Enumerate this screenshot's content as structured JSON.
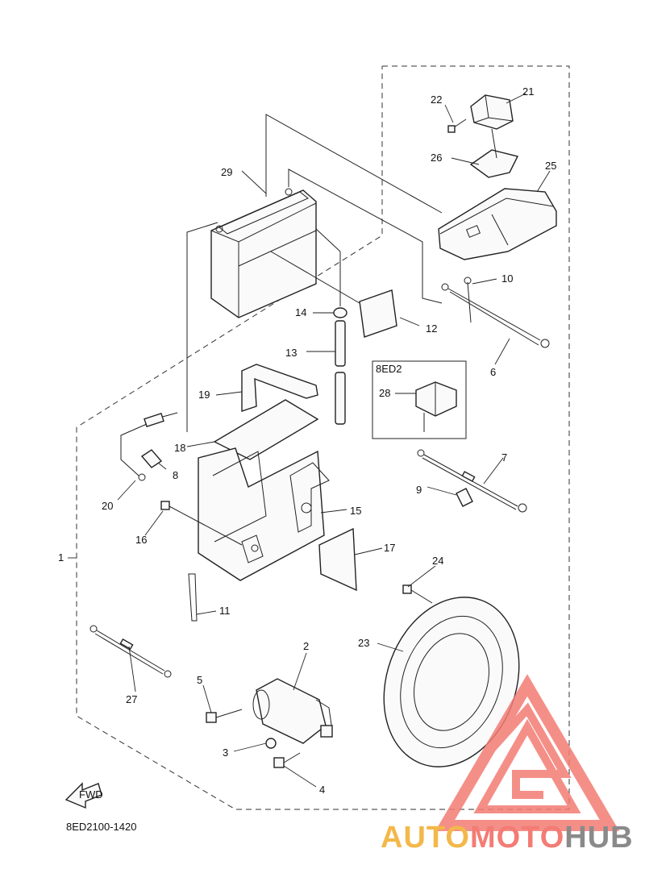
{
  "diagram": {
    "part_labels": {
      "p1": "1",
      "p2": "2",
      "p3": "3",
      "p4": "4",
      "p5": "5",
      "p6": "6",
      "p7": "7",
      "p8": "8",
      "p9": "9",
      "p10": "10",
      "p11": "11",
      "p12": "12",
      "p13": "13",
      "p14": "14",
      "p15": "15",
      "p16": "16",
      "p17": "17",
      "p18": "18",
      "p19": "19",
      "p20": "20",
      "p21": "21",
      "p22": "22",
      "p23": "23",
      "p24": "24",
      "p25": "25",
      "p26": "26",
      "p27": "27",
      "p28": "28",
      "p29": "29"
    },
    "variant_box_label": "8ED2",
    "direction_label": "FWD",
    "figure_code": "8ED2100-1420"
  },
  "watermark": {
    "part_a": "AUTO",
    "part_b": "MOTO",
    "part_c": "HUB",
    "colors": {
      "auto": "#f3b84a",
      "moto": "#f37c74",
      "hub": "#8a8a8a",
      "logo": "#f37c74"
    }
  }
}
